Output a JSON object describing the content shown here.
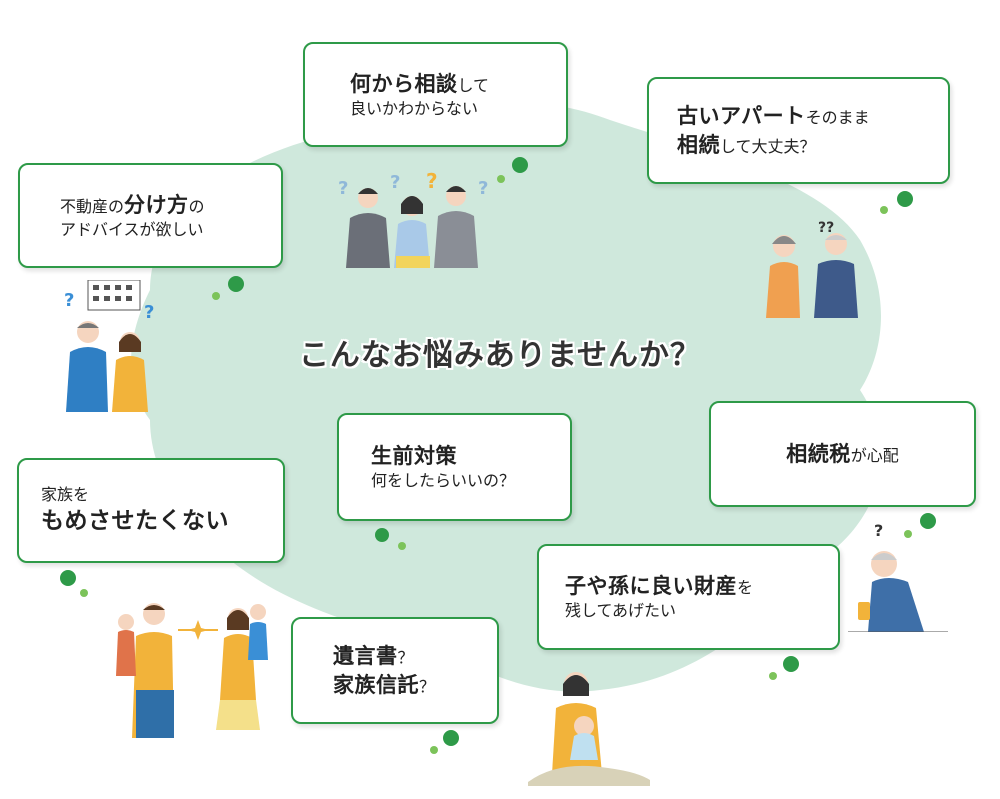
{
  "headline": "こんなお悩みありませんか？",
  "colors": {
    "accent": "#2e9a48",
    "blob": "#cfe8dc",
    "light_dot": "#7cc35a"
  },
  "bubbles": {
    "where_to_consult": {
      "bold": "何から相談",
      "rest": "して",
      "line2": "良いかわからない"
    },
    "old_apartment": {
      "bold1": "古いアパート",
      "rest1": "そのまま",
      "bold2": "相続",
      "rest2": "して大丈夫？"
    },
    "how_to_divide": {
      "pre": "不動産の",
      "bold": "分け方",
      "post": "の",
      "line2": "アドバイスが欲しい"
    },
    "pre_death_measures": {
      "bold": "生前対策",
      "line2": "何をしたらいいの？"
    },
    "inheritance_tax": {
      "bold": "相続税",
      "rest": "が心配"
    },
    "no_family_conflict": {
      "line1": "家族を",
      "bold": "もめさせたくない"
    },
    "good_assets": {
      "bold1": "子や孫に良い財産",
      "rest1": "を",
      "line2": "残してあげたい"
    },
    "will_trust": {
      "bold1": "遺言書",
      "rest1": "？",
      "bold2": "家族信託",
      "rest2": "？"
    }
  },
  "icons": [
    "question-mark-icon",
    "building-icon",
    "sparkle-icon"
  ]
}
